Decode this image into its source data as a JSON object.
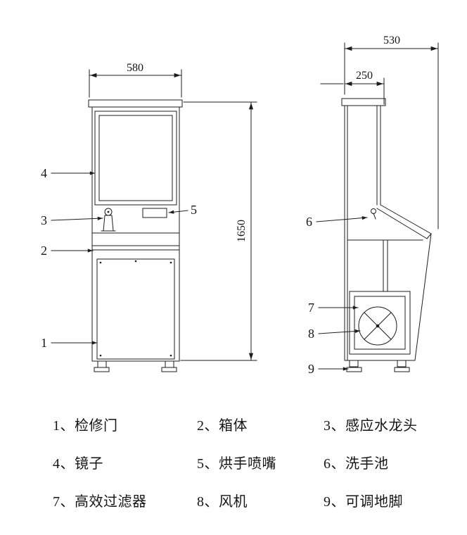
{
  "style": {
    "background": "#ffffff",
    "line_color": "#1c1c1c"
  },
  "drawing": {
    "dimensions": {
      "front_width": "580",
      "overall_height": "1650",
      "overall_depth": "530",
      "upper_depth": "250"
    },
    "callouts": {
      "n1": "1",
      "n2": "2",
      "n3": "3",
      "n4": "4",
      "n5": "5",
      "n6": "6",
      "n7": "7",
      "n8": "8",
      "n9": "9"
    }
  },
  "legend": {
    "items": [
      {
        "label": "1、检修门"
      },
      {
        "label": "2、箱体"
      },
      {
        "label": "3、感应水龙头"
      },
      {
        "label": "4、镜子"
      },
      {
        "label": "5、烘手喷嘴"
      },
      {
        "label": "6、洗手池"
      },
      {
        "label": "7、高效过滤器"
      },
      {
        "label": "8、风机"
      },
      {
        "label": "9、可调地脚"
      }
    ]
  }
}
